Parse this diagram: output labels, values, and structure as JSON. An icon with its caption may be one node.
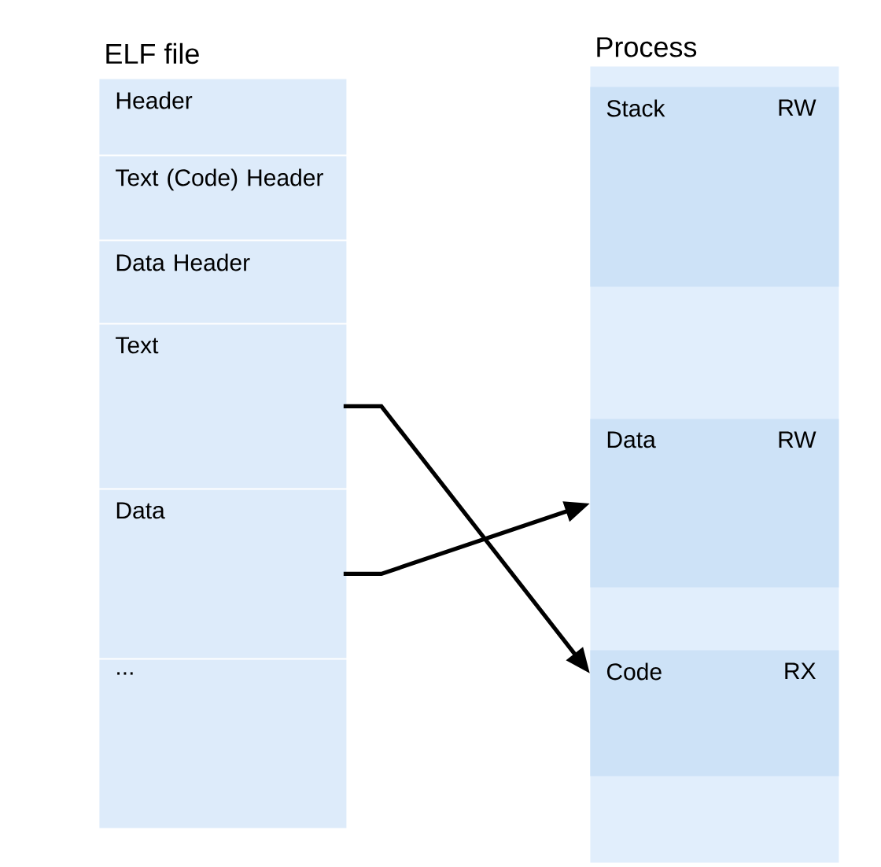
{
  "diagram": {
    "nodes": [
      {
        "text": [
          "Header"
        ]
      },
      {
        "text": [
          "Text (Code) Header"
        ]
      },
      {
        "text": [
          "Data Header"
        ]
      },
      {
        "text": [
          "Text"
        ]
      },
      {
        "text": [
          "Data"
        ]
      },
      {
        "text": [
          "..."
        ]
      },
      {
        "text": [
          "Process"
        ]
      },
      {
        "text": [
          "Stack",
          "RW"
        ],
        "in": 6
      },
      {
        "text": [
          "Data",
          "RW"
        ],
        "in": 6
      },
      {
        "text": [
          "Code",
          "RX"
        ],
        "in": 6
      }
    ],
    "edges": [
      {
        "from": 3,
        "to": 9,
        "arrow": "to"
      },
      {
        "from": 4,
        "to": 8,
        "arrow": "to"
      }
    ],
    "labels": [
      "ELF file"
    ]
  }
}
